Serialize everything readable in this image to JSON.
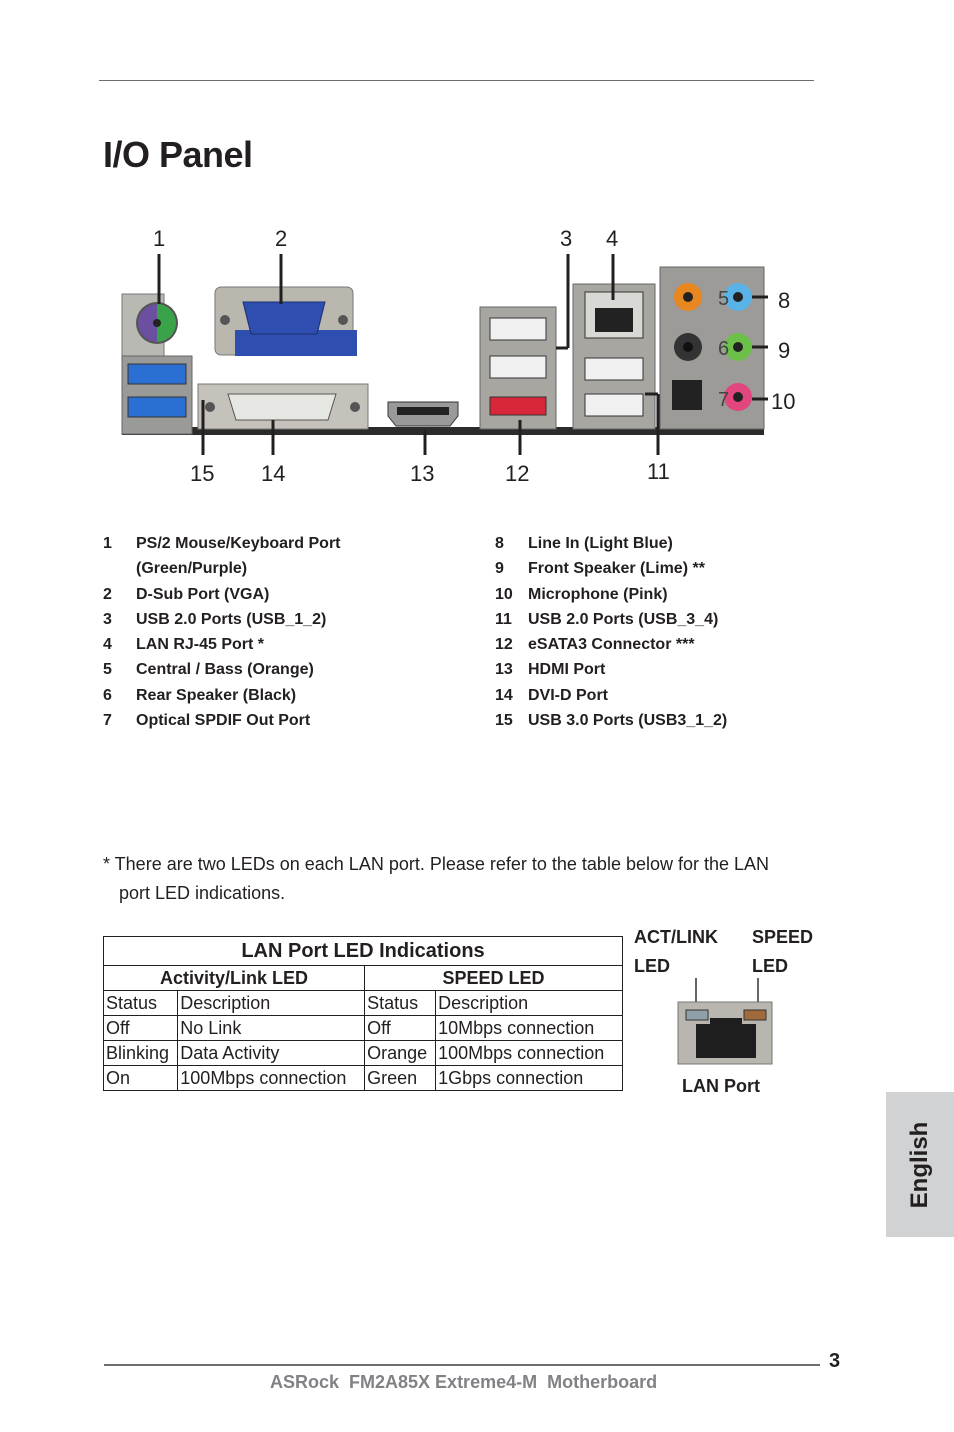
{
  "page_title": "I/O Panel",
  "callouts": [
    "1",
    "2",
    "3",
    "4",
    "8",
    "9",
    "10",
    "15",
    "14",
    "13",
    "12",
    "11",
    "5",
    "6",
    "7"
  ],
  "legend_left": [
    {
      "num": "1",
      "label": "PS/2 Mouse/Keyboard Port",
      "sub": "(Green/Purple)"
    },
    {
      "num": "2",
      "label": "D-Sub Port (VGA)"
    },
    {
      "num": "3",
      "label": "USB 2.0 Ports (USB_1_2)"
    },
    {
      "num": "4",
      "label": "LAN RJ-45 Port *"
    },
    {
      "num": "5",
      "label": "Central / Bass (Orange)"
    },
    {
      "num": "6",
      "label": "Rear Speaker (Black)"
    },
    {
      "num": "7",
      "label": "Optical SPDIF Out Port"
    }
  ],
  "legend_right": [
    {
      "num": "8",
      "label": "Line  In  (Light  Blue)"
    },
    {
      "num": "9",
      "label": "Front Speaker (Lime) **"
    },
    {
      "num": "10",
      "label": "Microphone (Pink)"
    },
    {
      "num": "11",
      "label": "USB 2.0 Ports (USB_3_4)"
    },
    {
      "num": "12",
      "label": "eSATA3 Connector ***"
    },
    {
      "num": "13",
      "label": "HDMI Port"
    },
    {
      "num": "14",
      "label": "DVI-D Port"
    },
    {
      "num": "15",
      "label": "USB 3.0 Ports (USB3_1_2)"
    }
  ],
  "note": {
    "line1": "* There are two LEDs on each LAN port. Please refer to the table below for the LAN",
    "line2": "port LED indications."
  },
  "led_table": {
    "title": "LAN Port LED Indications",
    "group1": "Activity/Link LED",
    "group2": "SPEED LED",
    "col_status": "Status",
    "col_desc": "Description",
    "rows": [
      [
        "Off",
        "No Link",
        "Off",
        "10Mbps connection"
      ],
      [
        "Blinking",
        "Data Activity",
        "Orange",
        "100Mbps connection"
      ],
      [
        "On",
        "100Mbps connection",
        "Green",
        "1Gbps connection"
      ]
    ]
  },
  "lan_diagram": {
    "act_label_1": "ACT/LINK",
    "act_label_2": "LED",
    "speed_label_1": "SPEED",
    "speed_label_2": "LED",
    "caption": "LAN Port"
  },
  "side_tab": "English",
  "page_number": "3",
  "footer": "ASRock  FM2A85X Extreme4-M  Motherboard",
  "colors": {
    "ps2_green": "#3aa34a",
    "ps2_purple": "#6b4fa0",
    "vga_blue": "#2f4fb0",
    "usb3_blue": "#2a6fd1",
    "esata_red": "#d8263b",
    "audio_orange": "#e8861f",
    "audio_blue": "#5ab3e6",
    "audio_lime": "#6cc04a",
    "audio_pink": "#e2467f"
  }
}
